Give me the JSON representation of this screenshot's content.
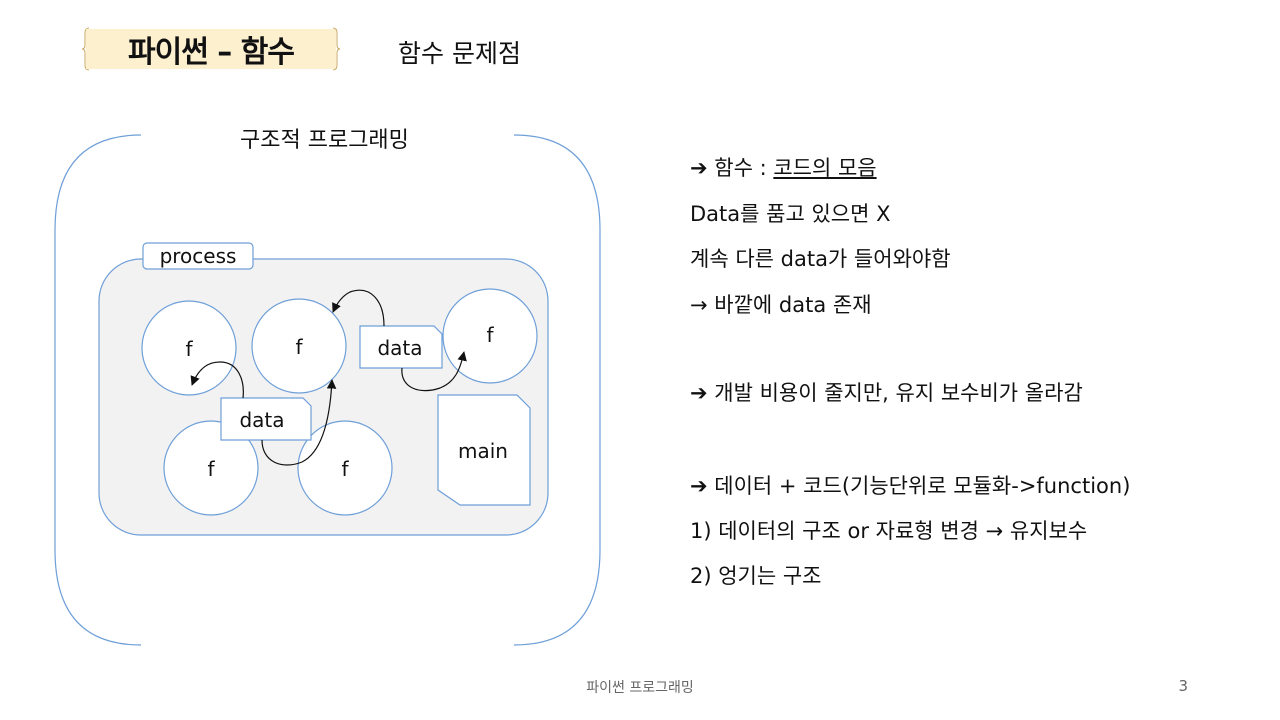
{
  "header": {
    "title": "파이썬 – 함수",
    "subtitle": "함수 문제점"
  },
  "diagram": {
    "caption": "구조적 프로그래밍",
    "process_label": "process",
    "function_label": "f",
    "data_label": "data",
    "main_label": "main"
  },
  "bullets": {
    "line1_prefix": "➔ 함수 : ",
    "line1_underlined": "코드의 모음",
    "line2": "Data를 품고 있으면 X",
    "line3": "계속 다른 data가 들어와야함",
    "line4": "→ 바깥에 data 존재",
    "line5": "➔ 개발 비용이 줄지만, 유지 보수비가 올라감",
    "line6": "➔ 데이터 + 코드(기능단위로 모듈화->function)",
    "line7": "1)  데이터의 구조 or 자료형 변경 → 유지보수",
    "line8": "2)  엉기는 구조"
  },
  "footer": {
    "text": "파이썬 프로그래밍",
    "page": "3"
  },
  "colors": {
    "title_bg": "#fdf0cf",
    "outline": "#6f9fd8",
    "process_fill": "#f2f2f2"
  }
}
